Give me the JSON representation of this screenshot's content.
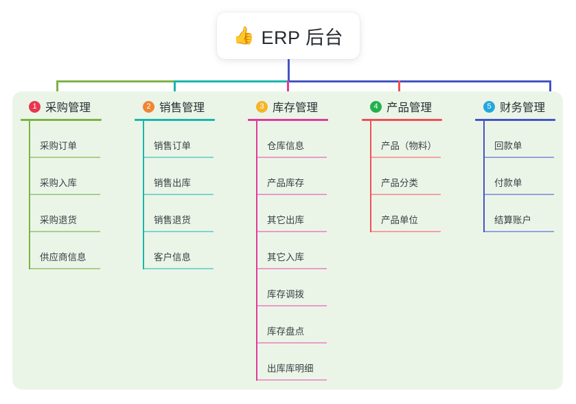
{
  "root": {
    "emoji": "👍",
    "title": "ERP 后台"
  },
  "palette": {
    "panel_background": "#eaf5e7",
    "page_background": "#ffffff",
    "root_card_background": "#ffffff",
    "root_text": "#26292e",
    "trunk_line": "#4254c5"
  },
  "columns": [
    {
      "number": "1",
      "title": "采购管理",
      "badge_color": "#e8364f",
      "line_color": "#7cb342",
      "leaf_line_color": "#a9cf8a",
      "items": [
        {
          "label": "采购订单"
        },
        {
          "label": "采购入库"
        },
        {
          "label": "采购退货"
        },
        {
          "label": "供应商信息"
        }
      ]
    },
    {
      "number": "2",
      "title": "销售管理",
      "badge_color": "#f08533",
      "line_color": "#19b5ad",
      "leaf_line_color": "#7fd3cd",
      "items": [
        {
          "label": "销售订单"
        },
        {
          "label": "销售出库"
        },
        {
          "label": "销售退货"
        },
        {
          "label": "客户信息"
        }
      ]
    },
    {
      "number": "3",
      "title": "库存管理",
      "badge_color": "#f5b429",
      "line_color": "#e0399a",
      "leaf_line_color": "#eb9ac8",
      "items": [
        {
          "label": "仓库信息"
        },
        {
          "label": "产品库存"
        },
        {
          "label": "其它出库"
        },
        {
          "label": "其它入库"
        },
        {
          "label": "库存调拨"
        },
        {
          "label": "库存盘点"
        },
        {
          "label": "出库库明细"
        }
      ]
    },
    {
      "number": "4",
      "title": "产品管理",
      "badge_color": "#22b14c",
      "line_color": "#ef4f56",
      "leaf_line_color": "#f5a0a1",
      "items": [
        {
          "label": "产品（物料）"
        },
        {
          "label": "产品分类"
        },
        {
          "label": "产品单位"
        }
      ]
    },
    {
      "number": "5",
      "title": "财务管理",
      "badge_color": "#24a7de",
      "line_color": "#4254c5",
      "leaf_line_color": "#93a3dd",
      "items": [
        {
          "label": "回款单"
        },
        {
          "label": "付款单"
        },
        {
          "label": "结算账户"
        }
      ]
    }
  ]
}
